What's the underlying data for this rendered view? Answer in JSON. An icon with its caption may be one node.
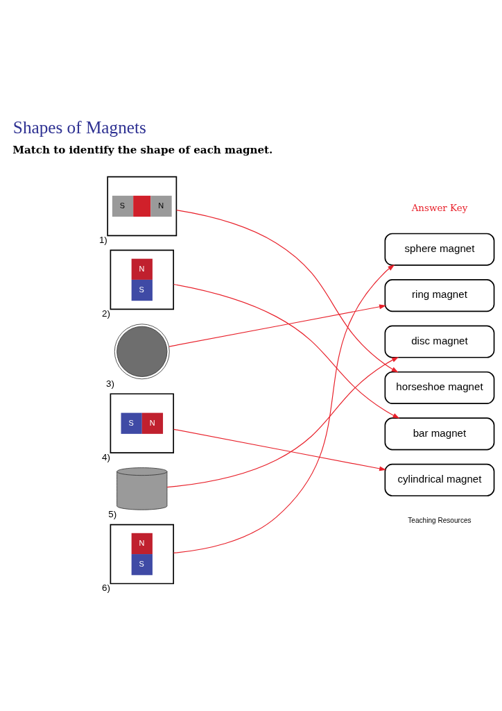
{
  "diagram": {
    "title": "Shapes of Magnets",
    "nodes": [
      {
        "text": [
          "S",
          "N"
        ],
        "beside": [
          "1)"
        ]
      },
      {
        "text": [
          "N",
          "S"
        ],
        "beside": [
          "2)"
        ]
      },
      {
        "text": [],
        "shape": "picture",
        "beside": [
          "3)"
        ]
      },
      {
        "text": [
          "S",
          "N"
        ],
        "beside": [
          "4)"
        ]
      },
      {
        "text": [],
        "shape": "picture",
        "beside": [
          "5)"
        ]
      },
      {
        "text": [
          "N",
          "S"
        ],
        "beside": [
          "6)"
        ]
      },
      {
        "text": [
          "sphere magnet"
        ]
      },
      {
        "text": [
          "ring magnet"
        ]
      },
      {
        "text": [
          "disc magnet"
        ]
      },
      {
        "text": [
          "horseshoe magnet"
        ]
      },
      {
        "text": [
          "bar magnet"
        ]
      },
      {
        "text": [
          "cylindrical magnet"
        ]
      }
    ],
    "edges": [
      {
        "from": 0,
        "to": 9,
        "arrow": "to"
      },
      {
        "from": 1,
        "to": 10,
        "arrow": "to"
      },
      {
        "from": 2,
        "to": 7,
        "arrow": "to"
      },
      {
        "from": 3,
        "to": 11,
        "arrow": "to"
      },
      {
        "from": 4,
        "to": 8,
        "arrow": "to"
      },
      {
        "from": 5,
        "to": 6,
        "arrow": "to"
      }
    ],
    "labels": [
      "Answer Key",
      "Match to identify the shape of each magnet.",
      "Teaching Resources"
    ]
  }
}
